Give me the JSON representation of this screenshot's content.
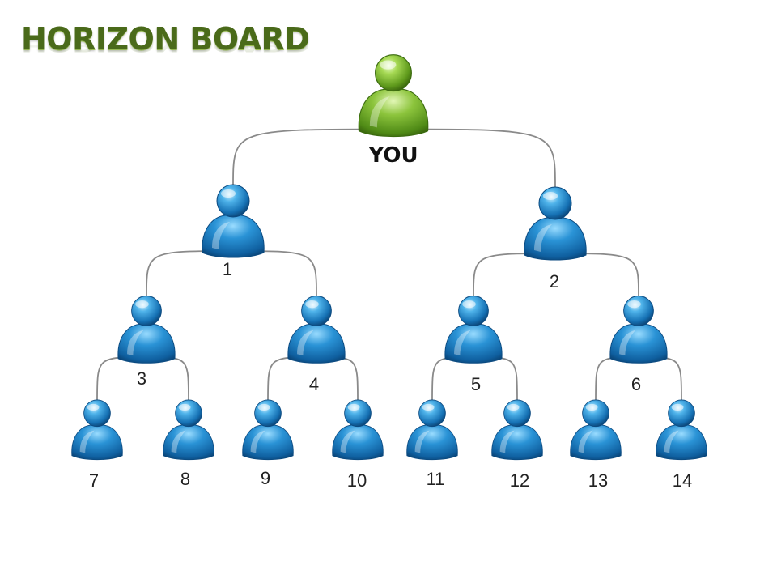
{
  "title": "HORIZON BOARD",
  "colors": {
    "title": "#4a6a1a",
    "root_icon": "#7bb530",
    "member_icon": "#1e7fc0",
    "connector": "#8a8a8a"
  },
  "root": {
    "label": "YOU",
    "icon": "user-icon"
  },
  "members": [
    {
      "id": 1,
      "label": "1",
      "parent": 0,
      "level": 1
    },
    {
      "id": 2,
      "label": "2",
      "parent": 0,
      "level": 1
    },
    {
      "id": 3,
      "label": "3",
      "parent": 1,
      "level": 2
    },
    {
      "id": 4,
      "label": "4",
      "parent": 1,
      "level": 2
    },
    {
      "id": 5,
      "label": "5",
      "parent": 2,
      "level": 2
    },
    {
      "id": 6,
      "label": "6",
      "parent": 2,
      "level": 2
    },
    {
      "id": 7,
      "label": "7",
      "parent": 3,
      "level": 3
    },
    {
      "id": 8,
      "label": "8",
      "parent": 3,
      "level": 3
    },
    {
      "id": 9,
      "label": "9",
      "parent": 4,
      "level": 3
    },
    {
      "id": 10,
      "label": "10",
      "parent": 4,
      "level": 3
    },
    {
      "id": 11,
      "label": "11",
      "parent": 5,
      "level": 3
    },
    {
      "id": 12,
      "label": "12",
      "parent": 5,
      "level": 3
    },
    {
      "id": 13,
      "label": "13",
      "parent": 6,
      "level": 3
    },
    {
      "id": 14,
      "label": "14",
      "parent": 6,
      "level": 3
    }
  ]
}
